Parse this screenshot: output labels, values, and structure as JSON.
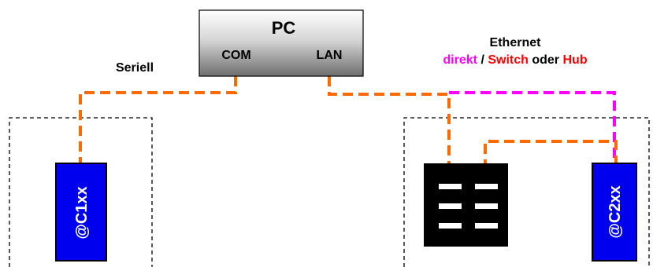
{
  "pc": {
    "title": "PC",
    "port_com": "COM",
    "port_lan": "LAN"
  },
  "serial_label": "Seriell",
  "ethernet": {
    "title": "Ethernet",
    "option_direct": "direkt",
    "separator": "/",
    "option_switch": "Switch",
    "conjunction": "oder",
    "option_hub": "Hub"
  },
  "device_left": {
    "label": "@C1xx"
  },
  "device_right": {
    "label": "@C2xx"
  },
  "colors": {
    "cable_orange": "#ff6a00",
    "cable_magenta": "#ff00ff",
    "device_blue": "#0000ee",
    "switch_black": "#000000",
    "text_red": "#ff0000",
    "text_magenta": "#ff00ff"
  }
}
